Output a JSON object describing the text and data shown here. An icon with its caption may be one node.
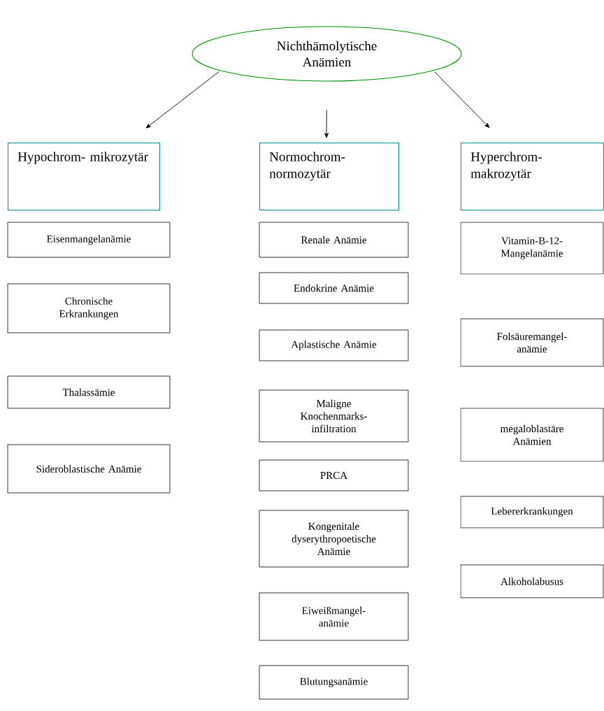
{
  "diagram": {
    "nodes": [
      {
        "text": [
          "Nichthämolytische Anämien"
        ]
      },
      {
        "text": [
          "Hypochrom- mikrozytär"
        ]
      },
      {
        "text": [
          "Normochrom- normozytär"
        ]
      },
      {
        "text": [
          "Hyperchrom- makrozytär"
        ]
      },
      {
        "text": [
          "Eisenmangelanämie"
        ]
      },
      {
        "text": [
          "Chronische Erkrankungen"
        ]
      },
      {
        "text": [
          "Thalassämie"
        ]
      },
      {
        "text": [
          "Sideroblastische Anämie"
        ]
      },
      {
        "text": [
          "Renale Anämie"
        ]
      },
      {
        "text": [
          "Endokrine Anämie"
        ]
      },
      {
        "text": [
          "Aplastische Anämie"
        ]
      },
      {
        "text": [
          "Maligne Knochenmarks- infiltration"
        ]
      },
      {
        "text": [
          "PRCA"
        ]
      },
      {
        "text": [
          "Kongenitale dyserythropoetische Anämie"
        ]
      },
      {
        "text": [
          "Eiweißmangel- anämie"
        ]
      },
      {
        "text": [
          "Blutungsanämie"
        ]
      },
      {
        "text": [
          "Vitamin-B-12- Mangelanämie"
        ]
      },
      {
        "text": [
          "Folsäuremangel- anämie"
        ]
      },
      {
        "text": [
          "megaloblastäre Anämien"
        ]
      },
      {
        "text": [
          "Lebererkrankungen"
        ]
      },
      {
        "text": [
          "Alkoholabusus"
        ]
      }
    ],
    "edges": [
      {
        "from": 0,
        "to": 1,
        "arrow": "to"
      },
      {
        "from": 0,
        "to": 2,
        "arrow": "to"
      },
      {
        "from": 0,
        "to": 3,
        "arrow": "to"
      }
    ]
  }
}
